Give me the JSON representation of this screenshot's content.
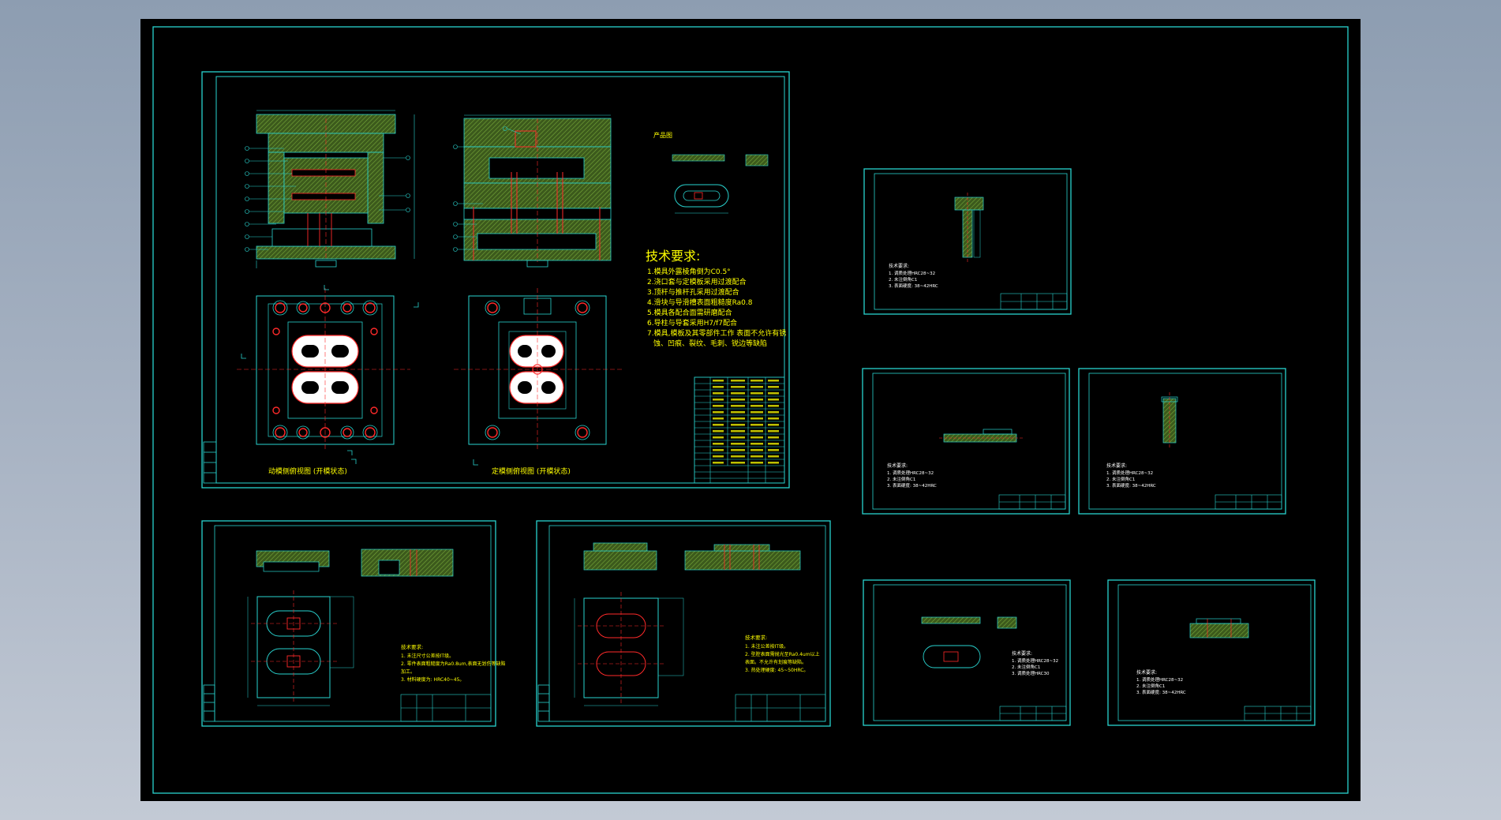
{
  "drawing": {
    "background_color": "#000000",
    "border_color": "#29d3cf",
    "text_color": "#ffff00",
    "red": "#ff2a2a",
    "green": "#5a8a2a"
  },
  "main_sheet": {
    "tech_title": "技术要求:",
    "tech_items": [
      "1.模具外露棱角倒为C0.5°",
      "2.浇口套与定模板采用过渡配合",
      "3.顶杆与推杆孔采用过渡配合",
      "4.滑块与导滑槽表面粗糙度Ra0.8",
      "5.模具各配合面需研磨配合",
      "6.导柱与导套采用H7/f7配合",
      "7.模具,模板及其零部件工作 表面不允许有锈",
      "蚀、凹痕、裂纹、毛刺、锐边等缺陷"
    ],
    "part_label": "产品图",
    "caption_left": "动模侧俯视图 (开模状态)",
    "caption_right": "定模侧俯视图 (开模状态)"
  },
  "part_notes": [
    {
      "title": "技术要求:",
      "lines": [
        "1. 调质处理HRC28~32",
        "2. 未注倒角C1",
        "3. 表面硬度: 38~42HRC"
      ]
    },
    {
      "title": "技术要求:",
      "lines": [
        "1. 调质处理HRC28~32",
        "2. 未注倒角C1",
        "3. 表面硬度: 38~42HRC"
      ]
    },
    {
      "title": "技术要求:",
      "lines": [
        "1. 调质处理HRC28~32",
        "2. 未注倒角C1",
        "3. 表面硬度: 38~42HRC"
      ]
    },
    {
      "title": "技术要求:",
      "lines": [
        "1. 调质处理HRC28~32",
        "2. 未注倒角C1",
        "3. 调质处理HRC30"
      ]
    },
    {
      "title": "技术要求:",
      "lines": [
        "1. 调质处理HRC28~32",
        "2. 未注倒角C1",
        "3. 表面硬度: 38~42HRC"
      ]
    }
  ],
  "plate_notes": [
    {
      "title": "技术要求:",
      "lines": [
        "1. 未注尺寸公差按IT级。",
        "2. 零件表面粗糙度为Ra0.8um,表面无划伤等缺陷",
        "加工。",
        "3. 材料硬度为: HRC40~45。"
      ]
    },
    {
      "title": "技术要求:",
      "lines": [
        "1. 未注公差按IT级。",
        "2. 型腔表面需抛光至Ra0.4um以上",
        "表面。不允许有划痕等缺陷。",
        "3. 热处理硬度: 45~50HRC。"
      ]
    }
  ]
}
